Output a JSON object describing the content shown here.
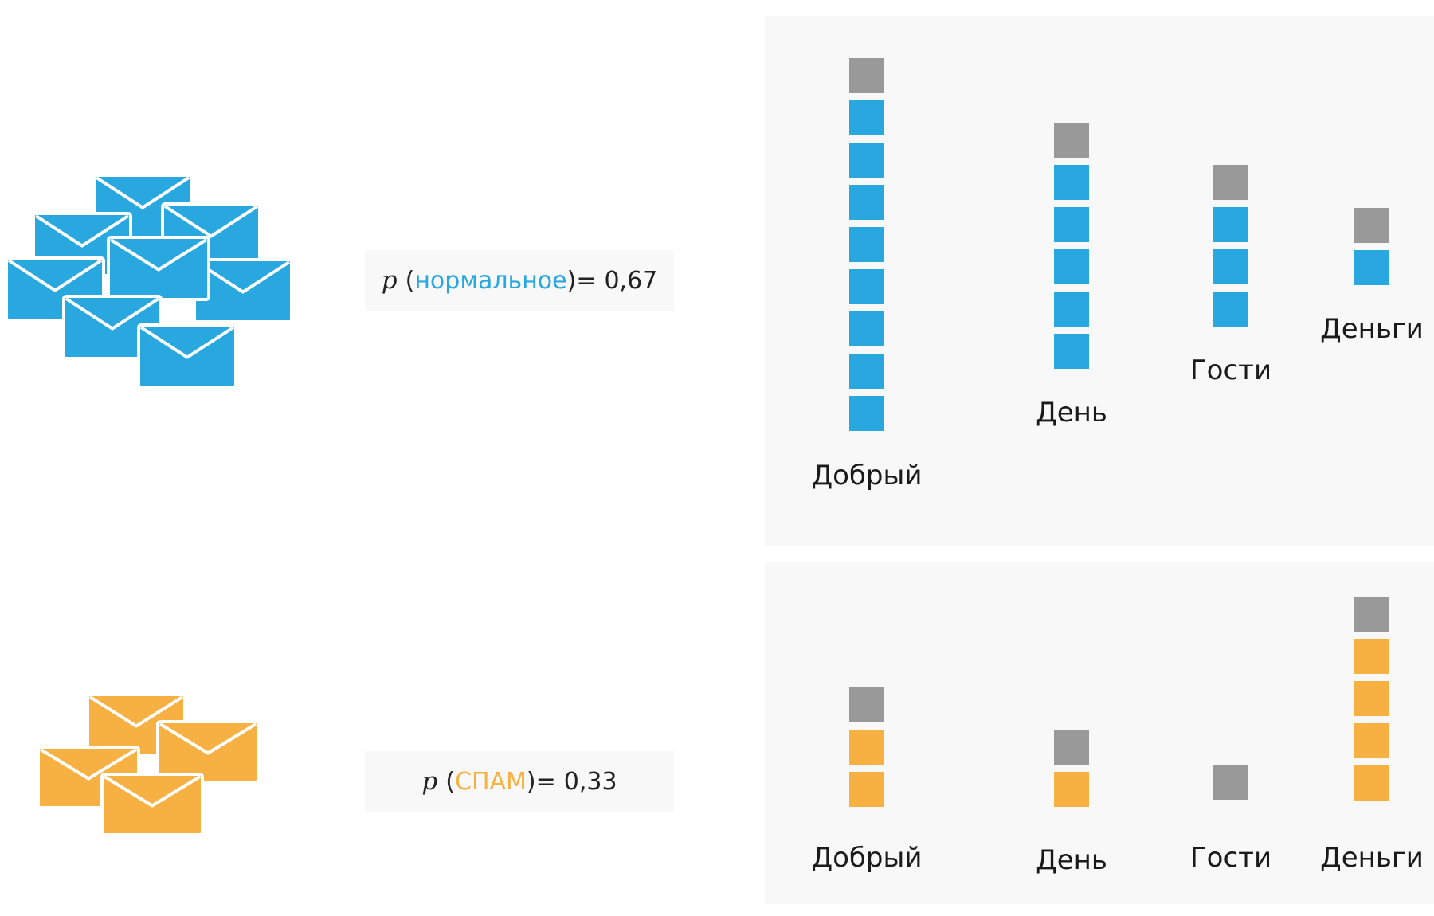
{
  "colors": {
    "normal": "#29a8e0",
    "spam": "#f7b042",
    "smoothing": "#999999",
    "panel_bg": "#f8f8f8"
  },
  "icons": {
    "normal_group": "mail-envelope-icon",
    "spam_group": "mail-envelope-icon"
  },
  "prob_normal": {
    "var": "p",
    "open": "(",
    "label": "нормальное",
    "close_eq": ")=",
    "value": "0,67"
  },
  "prob_spam": {
    "var": "p",
    "open": "(",
    "label": "СПАМ",
    "close_eq": ")=",
    "value": "0,33"
  },
  "chart_data": [
    {
      "type": "bar",
      "class": "нормальное",
      "categories": [
        "Добрый",
        "День",
        "Гости",
        "Деньги"
      ],
      "values": [
        8,
        5,
        3,
        1
      ],
      "smoothing_per_word": 1
    },
    {
      "type": "bar",
      "class": "СПАМ",
      "categories": [
        "Добрый",
        "День",
        "Гости",
        "Деньги"
      ],
      "values": [
        2,
        1,
        0,
        4
      ],
      "smoothing_per_word": 1
    }
  ]
}
